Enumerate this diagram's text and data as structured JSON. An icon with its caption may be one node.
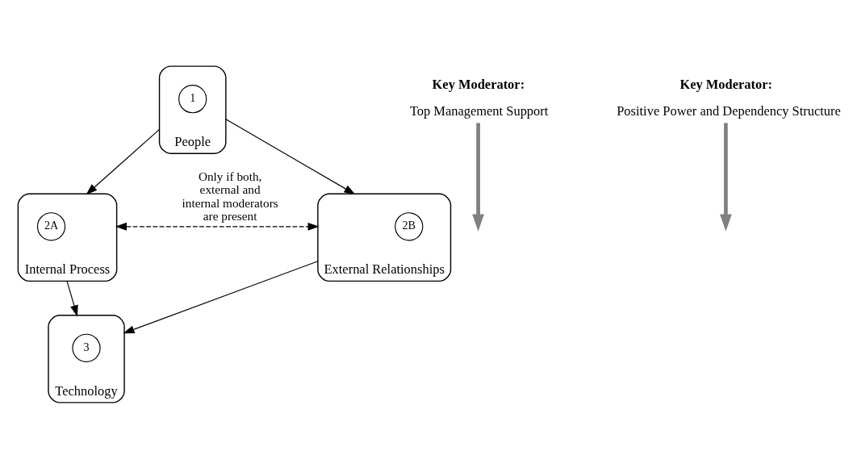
{
  "diagram": {
    "nodes": [
      {
        "text": [
          "People"
        ]
      },
      {
        "text": [
          "1"
        ],
        "in": 0
      },
      {
        "text": [
          "Internal Process"
        ]
      },
      {
        "text": [
          "2A"
        ],
        "in": 2
      },
      {
        "text": [
          "External Relationships"
        ]
      },
      {
        "text": [
          "2B"
        ],
        "in": 4
      },
      {
        "text": [
          "Technology"
        ]
      },
      {
        "text": [
          "3"
        ],
        "in": 6
      },
      {
        "text": [
          "Key Moderator:",
          "Top Management Support"
        ]
      },
      {
        "text": [
          "Key Moderator:",
          "Positive Power and Dependency Structure"
        ]
      }
    ],
    "edges": [
      {
        "from": 0,
        "to": 2,
        "arrow": "to"
      },
      {
        "from": 0,
        "to": 4,
        "arrow": "to"
      },
      {
        "from": 2,
        "to": 4,
        "arrow": "both",
        "style": "dashed",
        "label": "Only if both, external and internal moderators are present"
      },
      {
        "from": 2,
        "to": 6,
        "arrow": "to"
      },
      {
        "from": 4,
        "to": 6,
        "arrow": "to"
      },
      {
        "from": 8,
        "to": null,
        "arrow": "to",
        "style": "thick",
        "color": "#808080"
      },
      {
        "from": 9,
        "to": null,
        "arrow": "to",
        "style": "thick",
        "color": "#808080"
      }
    ]
  }
}
